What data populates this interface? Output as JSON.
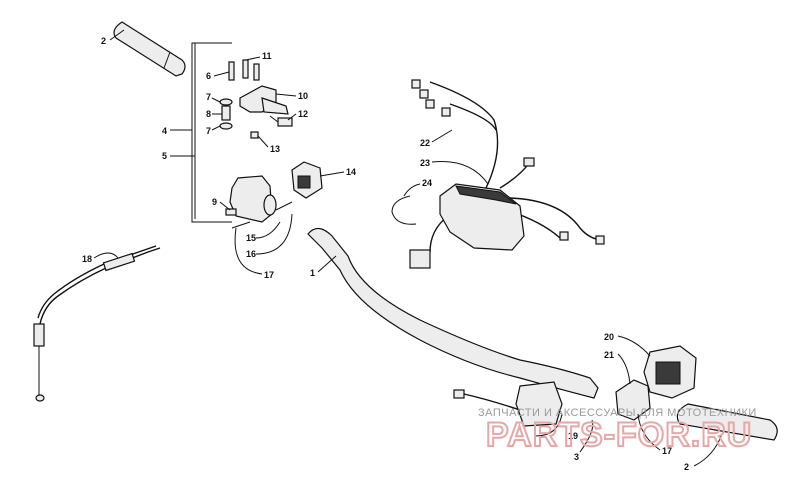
{
  "callouts": {
    "c1": "1",
    "c2a": "2",
    "c2b": "2",
    "c3": "3",
    "c4": "4",
    "c5": "5",
    "c6": "6",
    "c7a": "7",
    "c7b": "7",
    "c8": "8",
    "c9": "9",
    "c10": "10",
    "c11": "11",
    "c12": "12",
    "c13": "13",
    "c14": "14",
    "c15": "15",
    "c16": "16",
    "c17a": "17",
    "c17b": "17",
    "c18": "18",
    "c19": "19",
    "c20": "20",
    "c21": "21",
    "c22": "22",
    "c23": "23",
    "c24": "24"
  },
  "watermark": {
    "tagline": "ЗАПЧАСТИ И АКСЕССУАРЫ ДЛЯ МОТОТЕХНИКИ",
    "brand": "PARTS-FOR.RU"
  },
  "colors": {
    "ink": "#111111",
    "part_fill": "#ededed",
    "watermark": "#e8a6a6"
  }
}
